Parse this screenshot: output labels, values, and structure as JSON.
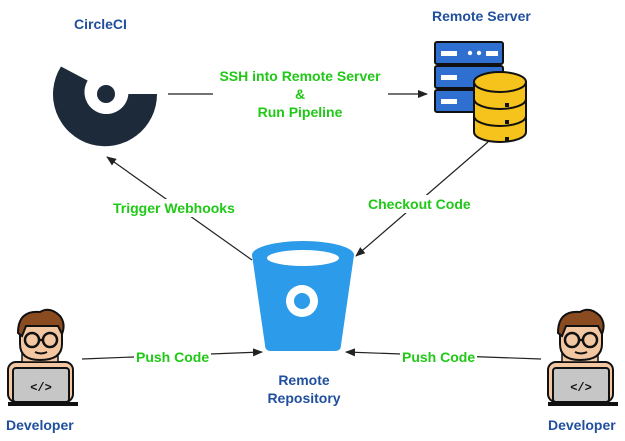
{
  "nodes": {
    "circleci": {
      "label": "CircleCI",
      "icon": "circleci-logo-icon"
    },
    "remote_server": {
      "label": "Remote Server",
      "icon": "server-database-icon"
    },
    "remote_repository": {
      "label_line1": "Remote",
      "label_line2": "Repository",
      "icon": "bitbucket-bucket-icon"
    },
    "developer_left": {
      "label": "Developer",
      "icon": "developer-laptop-icon"
    },
    "developer_right": {
      "label": "Developer",
      "icon": "developer-laptop-icon"
    }
  },
  "edges": {
    "ssh": {
      "line1": "SSH into Remote Server",
      "line2": "&",
      "line3": "Run Pipeline"
    },
    "trigger": {
      "label": "Trigger Webhooks"
    },
    "checkout": {
      "label": "Checkout Code"
    },
    "push_left": {
      "label": "Push Code"
    },
    "push_right": {
      "label": "Push Code"
    }
  },
  "colors": {
    "node_label": "#1f4f9e",
    "edge_label": "#1fc916",
    "circleci": "#1c2a3a",
    "bucket": "#2b9bea",
    "server_blue": "#2e6fd0",
    "database_yellow": "#f6c21c",
    "arrow": "#222222"
  }
}
